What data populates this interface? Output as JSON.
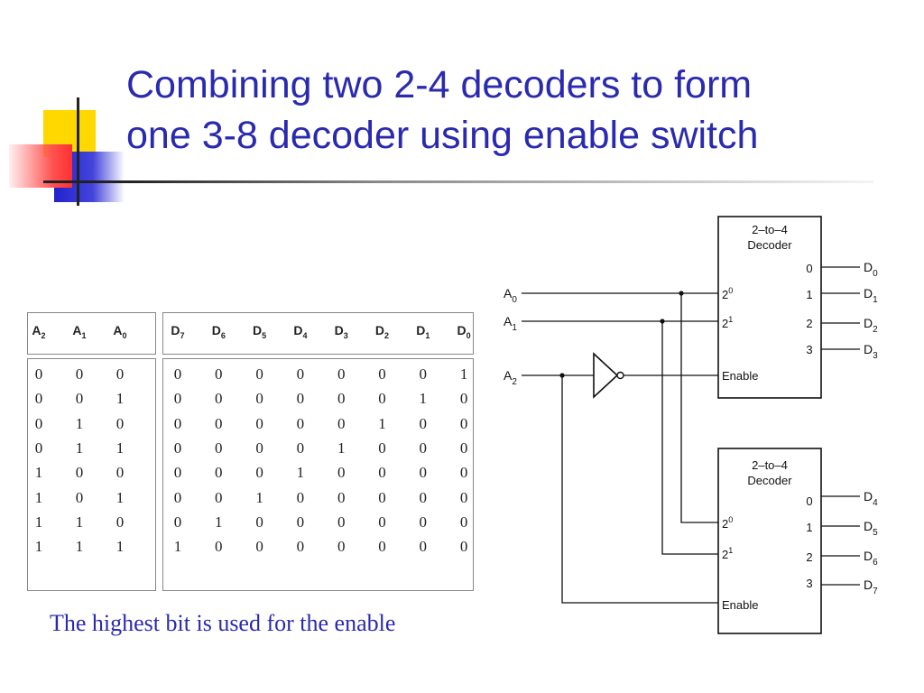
{
  "slide": {
    "title_line1": "Combining two 2-4 decoders to form",
    "title_line2": "one 3-8 decoder using enable switch",
    "caption": "The highest bit is used for the enable"
  },
  "input_table": {
    "headers": [
      "A2",
      "A1",
      "A0"
    ],
    "rows": [
      [
        "0",
        "0",
        "0"
      ],
      [
        "0",
        "0",
        "1"
      ],
      [
        "0",
        "1",
        "0"
      ],
      [
        "0",
        "1",
        "1"
      ],
      [
        "1",
        "0",
        "0"
      ],
      [
        "1",
        "0",
        "1"
      ],
      [
        "1",
        "1",
        "0"
      ],
      [
        "1",
        "1",
        "1"
      ]
    ]
  },
  "output_table": {
    "headers": [
      "D7",
      "D6",
      "D5",
      "D4",
      "D3",
      "D2",
      "D1",
      "D0"
    ],
    "rows": [
      [
        "0",
        "0",
        "0",
        "0",
        "0",
        "0",
        "0",
        "1"
      ],
      [
        "0",
        "0",
        "0",
        "0",
        "0",
        "0",
        "1",
        "0"
      ],
      [
        "0",
        "0",
        "0",
        "0",
        "0",
        "1",
        "0",
        "0"
      ],
      [
        "0",
        "0",
        "0",
        "0",
        "1",
        "0",
        "0",
        "0"
      ],
      [
        "0",
        "0",
        "0",
        "1",
        "0",
        "0",
        "0",
        "0"
      ],
      [
        "0",
        "0",
        "1",
        "0",
        "0",
        "0",
        "0",
        "0"
      ],
      [
        "0",
        "1",
        "0",
        "0",
        "0",
        "0",
        "0",
        "0"
      ],
      [
        "1",
        "0",
        "0",
        "0",
        "0",
        "0",
        "0",
        "0"
      ]
    ]
  },
  "circuit": {
    "inputs": [
      "A0",
      "A1",
      "A2"
    ],
    "decoder_top": {
      "title_line1": "2–to–4",
      "title_line2": "Decoder",
      "in_pins": [
        "2",
        "2",
        "Enable"
      ],
      "in_exponents": [
        "0",
        "1"
      ],
      "out_pins": [
        "0",
        "1",
        "2",
        "3"
      ],
      "outputs": [
        "D0",
        "D1",
        "D2",
        "D3"
      ]
    },
    "decoder_bottom": {
      "title_line1": "2–to–4",
      "title_line2": "Decoder",
      "in_pins": [
        "2",
        "2",
        "Enable"
      ],
      "in_exponents": [
        "0",
        "1"
      ],
      "out_pins": [
        "0",
        "1",
        "2",
        "3"
      ],
      "outputs": [
        "D4",
        "D5",
        "D6",
        "D7"
      ]
    }
  }
}
